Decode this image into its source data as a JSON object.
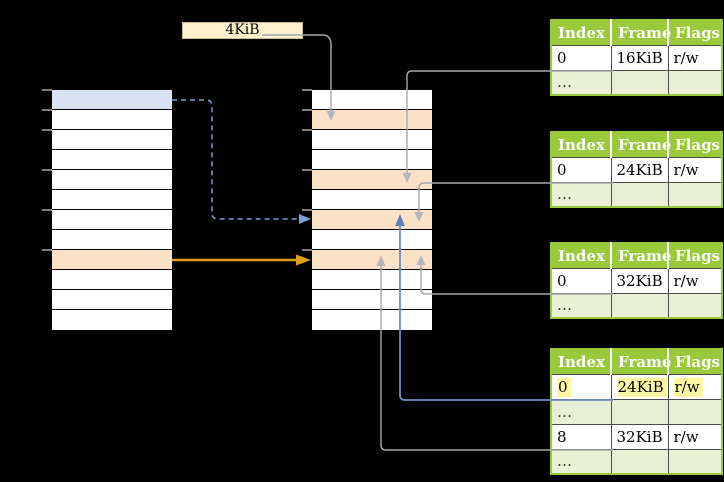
{
  "size_label": "4KiB",
  "colors": {
    "background": "#000000",
    "table_green": "#9aca3b",
    "table_row_alt": "#e8f0d5",
    "highlight_yellow": "#fdf7a3",
    "box_cream_fill": "#fdf0cd",
    "box_cream_border": "#cbbd96",
    "row_blue": "#d9e2f3",
    "row_orange": "#fbe2c6",
    "arrow_gray": "#a7a7ad",
    "arrow_blue": "#6e8ec8",
    "arrow_dashed_blue": "#7e9ed4",
    "arrow_orange": "#df9f17",
    "tick_gray": "#7f7f7f"
  },
  "virtual_column": {
    "row_count": 12,
    "blue_rows": [
      0
    ],
    "orange_rows": [
      8
    ],
    "tick_rows": [
      0,
      1,
      2,
      4,
      6,
      8
    ]
  },
  "physical_column": {
    "row_count": 12,
    "orange_rows": [
      1,
      4,
      6,
      8
    ],
    "tick_rows": [
      0,
      1,
      2,
      4,
      6,
      8
    ]
  },
  "page_tables": [
    {
      "id": "pt0",
      "headers": [
        "Index",
        "Frame",
        "Flags"
      ],
      "rows": [
        {
          "cells": [
            "0",
            "16KiB",
            "r/w"
          ],
          "alt": false,
          "highlight": false
        },
        {
          "cells": [
            "…",
            "",
            ""
          ],
          "alt": true,
          "highlight": false
        }
      ]
    },
    {
      "id": "pt1",
      "headers": [
        "Index",
        "Frame",
        "Flags"
      ],
      "rows": [
        {
          "cells": [
            "0",
            "24KiB",
            "r/w"
          ],
          "alt": false,
          "highlight": false
        },
        {
          "cells": [
            "…",
            "",
            ""
          ],
          "alt": true,
          "highlight": false
        }
      ]
    },
    {
      "id": "pt2",
      "headers": [
        "Index",
        "Frame",
        "Flags"
      ],
      "rows": [
        {
          "cells": [
            "0",
            "32KiB",
            "r/w"
          ],
          "alt": false,
          "highlight": false
        },
        {
          "cells": [
            "…",
            "",
            ""
          ],
          "alt": true,
          "highlight": false
        }
      ]
    },
    {
      "id": "pt3",
      "headers": [
        "Index",
        "Frame",
        "Flags"
      ],
      "rows": [
        {
          "cells": [
            "0",
            "24KiB",
            "r/w"
          ],
          "alt": false,
          "highlight": true
        },
        {
          "cells": [
            "…",
            "",
            ""
          ],
          "alt": true,
          "highlight": false
        },
        {
          "cells": [
            "8",
            "32KiB",
            "r/w"
          ],
          "alt": false,
          "highlight": false
        },
        {
          "cells": [
            "…",
            "",
            ""
          ],
          "alt": true,
          "highlight": false
        }
      ]
    }
  ]
}
